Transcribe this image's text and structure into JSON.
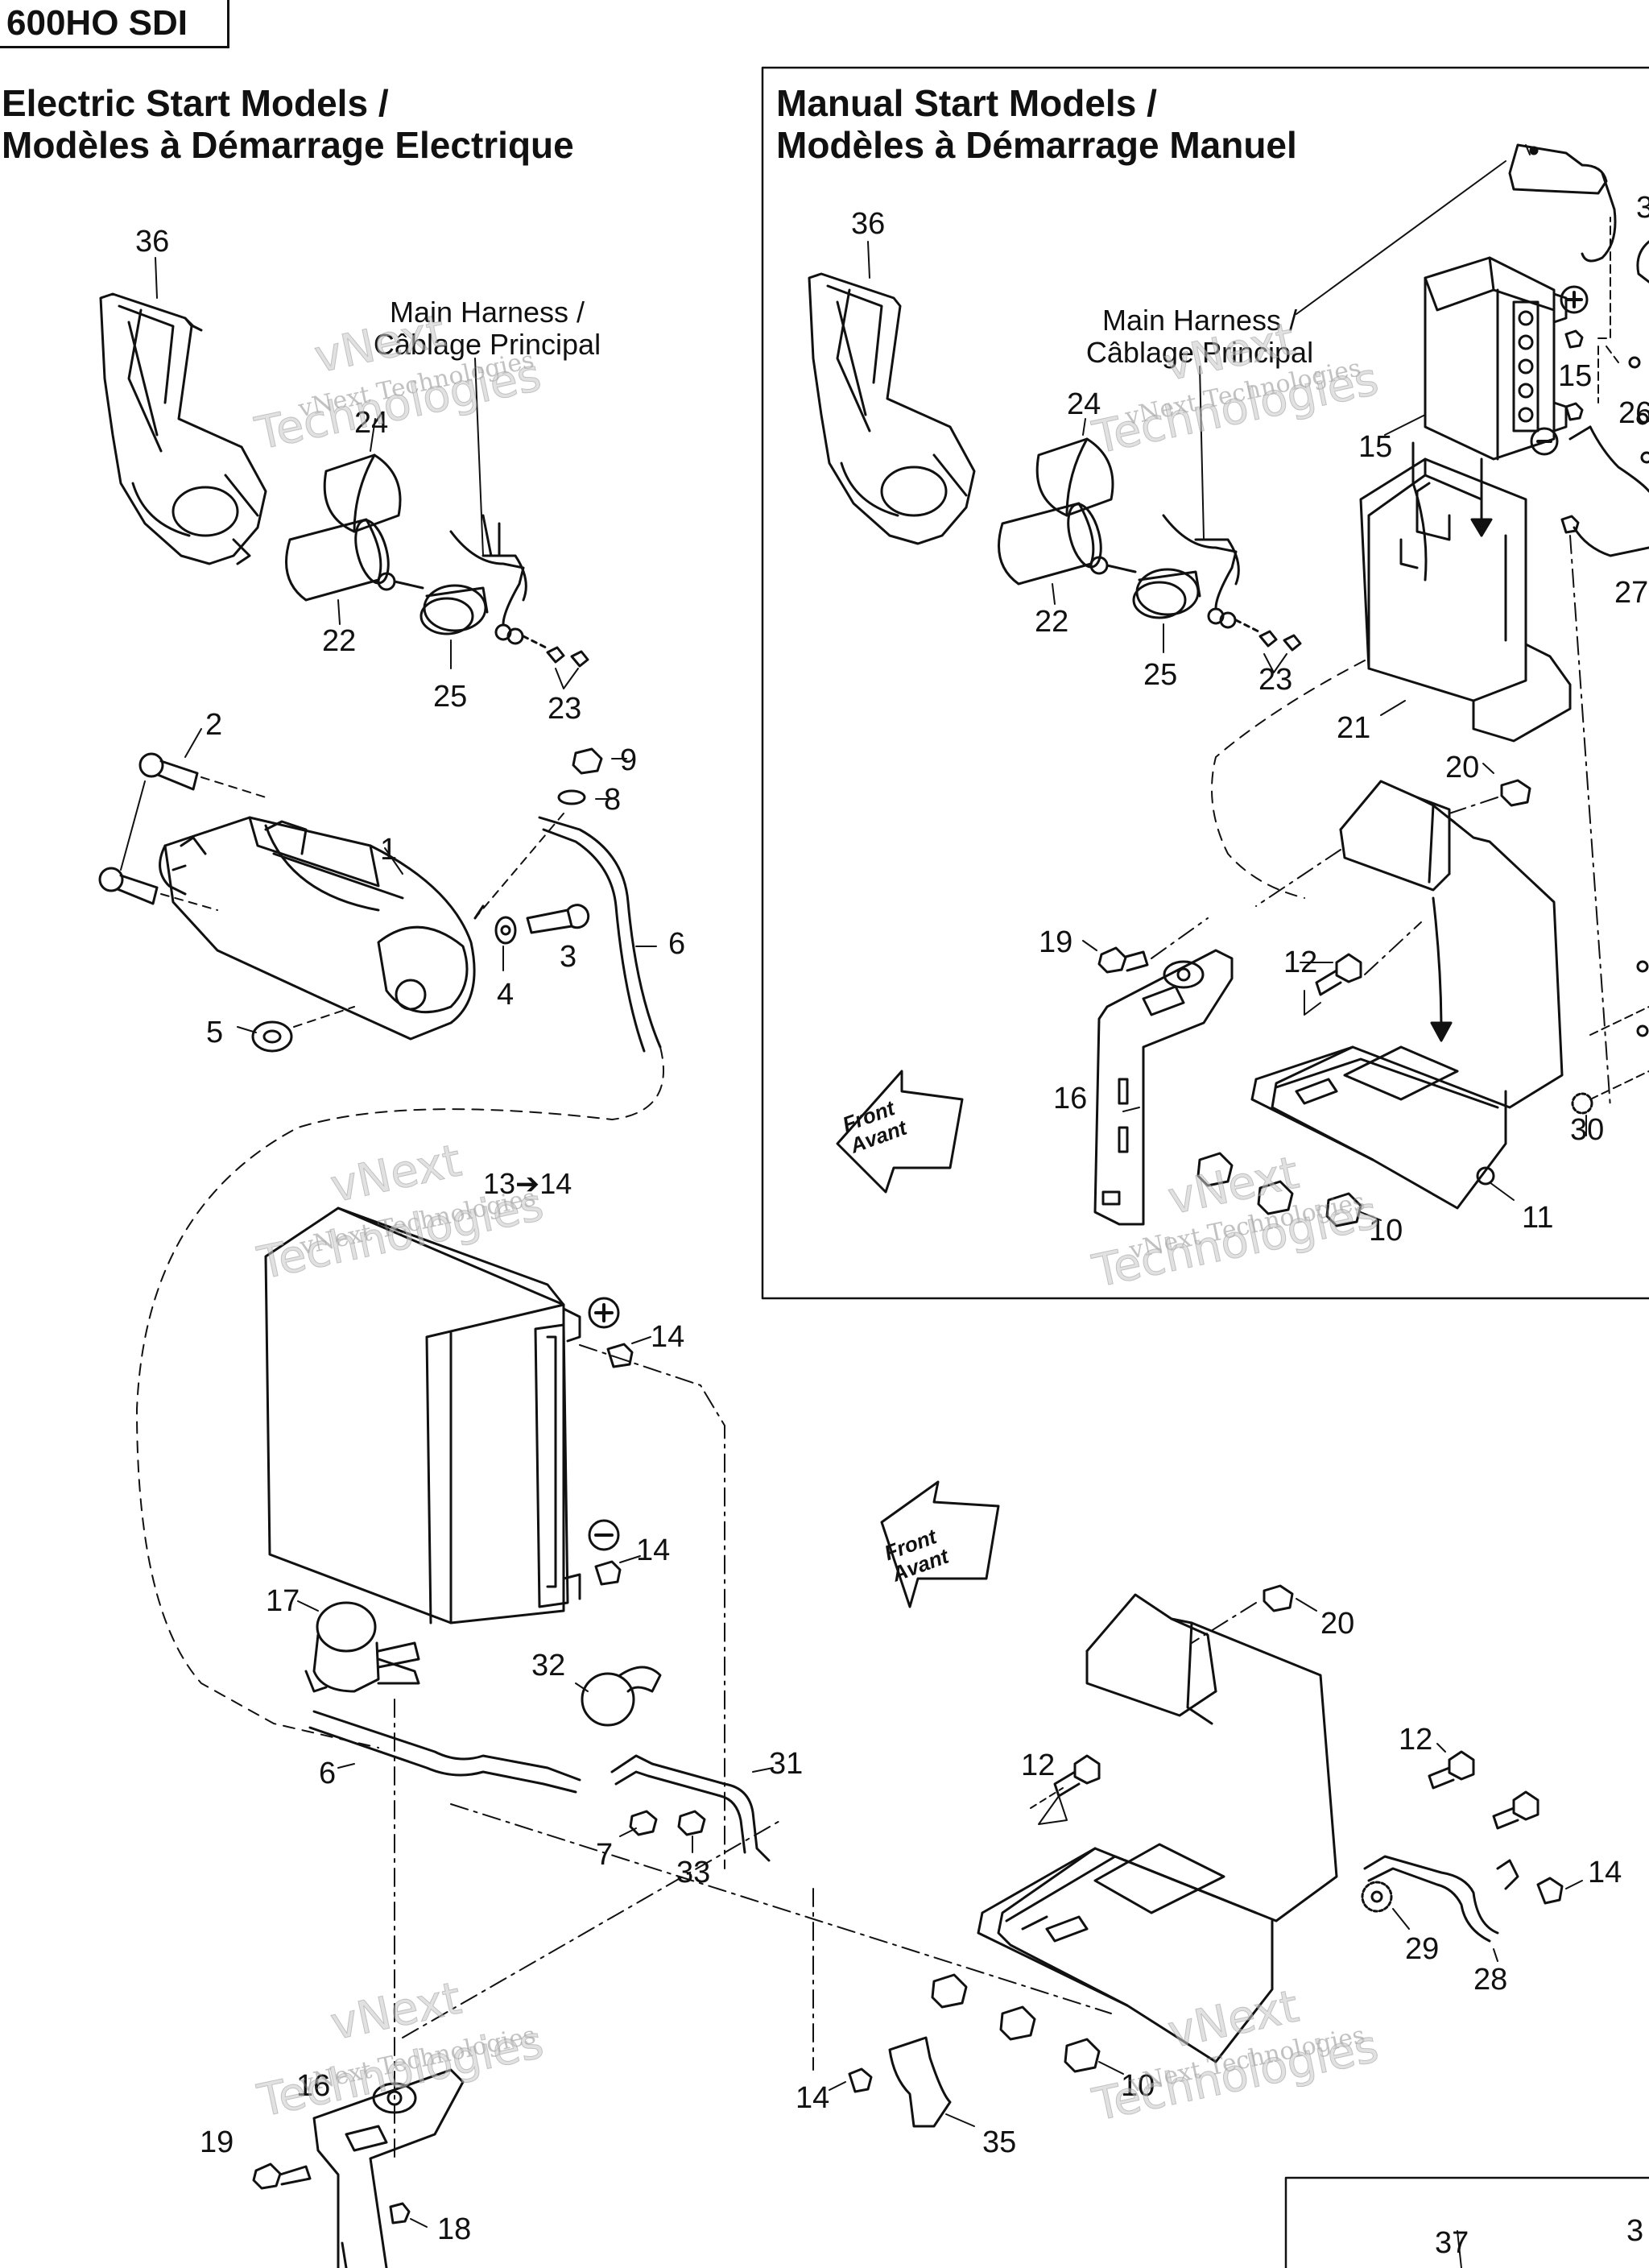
{
  "header": {
    "model": "600HO SDI"
  },
  "sections": {
    "electric": {
      "title_line1": "Electric Start Models /",
      "title_line2": "Modèles à Démarrage Electrique"
    },
    "manual": {
      "title_line1": "Manual Start Models /",
      "title_line2": "Modèles à Démarrage Manuel"
    }
  },
  "notes": {
    "harness_line1": "Main Harness /",
    "harness_line2": "Câblage Principal",
    "front_line1": "Front",
    "front_line2": "Avant",
    "battery_ref": "13➔14"
  },
  "watermark": {
    "company": "vNext Technologies",
    "part1": "vNext",
    "part2": "Technologies"
  },
  "callouts": {
    "e36": "36",
    "e24": "24",
    "e22": "22",
    "e25": "25",
    "e23": "23",
    "e2": "2",
    "e9": "9",
    "e8": "8",
    "e1": "1",
    "e3": "3",
    "e4": "4",
    "e6a": "6",
    "e5": "5",
    "e14a": "14",
    "e14b": "14",
    "e17": "17",
    "e32": "32",
    "e6b": "6",
    "e31": "31",
    "e7": "7",
    "e33": "33",
    "e20": "20",
    "e12a": "12",
    "e12b": "12",
    "e14c": "14",
    "e29": "29",
    "e28": "28",
    "e14d": "14",
    "e35": "35",
    "e10": "10",
    "e16": "16",
    "e19": "19",
    "e18": "18",
    "m36": "36",
    "m24": "24",
    "m22": "22",
    "m25": "25",
    "m23": "23",
    "m15a": "15",
    "m15b": "15",
    "m26": "26",
    "m27": "27",
    "m21": "21",
    "m20": "20",
    "m19": "19",
    "m12": "12",
    "m16": "16",
    "m10": "10",
    "m11": "11",
    "m30": "30",
    "m3x": "3",
    "m37": "37",
    "m3y": "3"
  }
}
